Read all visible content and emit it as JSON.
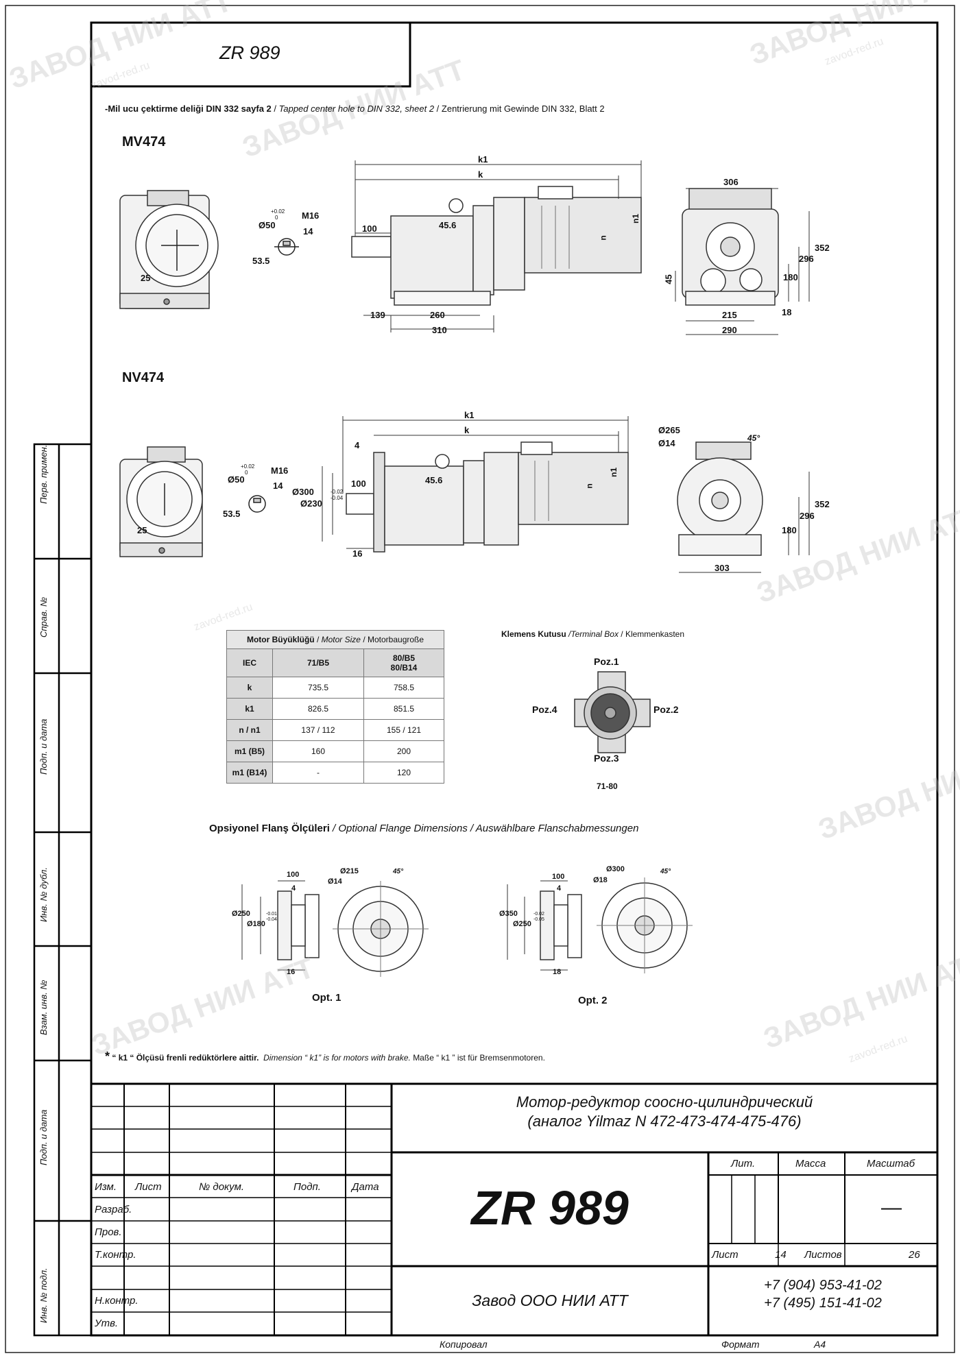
{
  "header": {
    "model_box": "ZR 989",
    "note_tr": "-Mil ucu çektirme deliği DIN 332 sayfa 2",
    "note_sep1": " / ",
    "note_en": "Tapped center hole to DIN 332, sheet 2",
    "note_sep2": " / ",
    "note_de": "Zentrierung mit Gewinde DIN 332, Blatt 2"
  },
  "side_labels": [
    "Перв. примен.",
    "Справ. №",
    "Подп. и дата",
    "Инв. № дубл.",
    "Взам. инв. №",
    "Подп. и дата",
    "Инв. № подл."
  ],
  "views": {
    "mv": {
      "title": "MV474",
      "dims": {
        "d50": "Ø50",
        "tol_up": "+0.02",
        "tol_lo": "0",
        "m16": "M16",
        "d14": "14",
        "d53_5": "53.5",
        "d25": "25",
        "k1": "k1",
        "k": "k",
        "d100": "100",
        "d45_6": "45.6",
        "n": "n",
        "n1": "n1",
        "d139": "139",
        "d260": "260",
        "d310": "310",
        "d306": "306",
        "d352": "352",
        "d296": "296",
        "d180": "180",
        "d45": "45",
        "d18": "18",
        "d215": "215",
        "d290": "290"
      }
    },
    "nv": {
      "title": "NV474",
      "dims": {
        "d50": "Ø50",
        "tol_up": "+0.02",
        "tol_lo": "0",
        "m16": "M16",
        "d14": "14",
        "d53_5": "53.5",
        "d25": "25",
        "k1": "k1",
        "k": "k",
        "d4": "4",
        "d100": "100",
        "d45_6": "45.6",
        "n": "n",
        "n1": "n1",
        "d300": "Ø300",
        "d230": "Ø230",
        "tol2_up": "-0.02",
        "tol2_lo": "-0.04",
        "d16": "16",
        "d265": "Ø265",
        "d14b": "Ø14",
        "a45": "45°",
        "d352": "352",
        "d296": "296",
        "d180": "180",
        "d303": "303"
      }
    }
  },
  "motor_table": {
    "caption_tr": "Motor Büyüklüğü",
    "caption_sep1": " / ",
    "caption_en": "Motor Size",
    "caption_sep2": " / ",
    "caption_de": "Motorbaugroße",
    "header": [
      "IEC",
      "71/B5",
      "80/B5\n80/B14"
    ],
    "rows": [
      [
        "k",
        "735.5",
        "758.5"
      ],
      [
        "k1",
        "826.5",
        "851.5"
      ],
      [
        "n / n1",
        "137 / 112",
        "155 / 121"
      ],
      [
        "m1 (B5)",
        "160",
        "200"
      ],
      [
        "m1 (B14)",
        "-",
        "120"
      ]
    ]
  },
  "terminal_box": {
    "title_tr": "Klemens Kutusu",
    "title_en": "/Terminal Box",
    "title_de": " / Klemmenkasten",
    "poz1": "Poz.1",
    "poz2": "Poz.2",
    "poz3": "Poz.3",
    "poz4": "Poz.4",
    "size": "71-80"
  },
  "flange": {
    "title_tr": "Opsiyonel Flanş Ölçüleri",
    "title_rest": " / Optional Flange Dimensions / Auswählbare Flanschabmessungen",
    "opt1": {
      "label": "Opt. 1",
      "d100": "100",
      "d4": "4",
      "d250": "Ø250",
      "d180": "Ø180",
      "tol_up": "-0.01",
      "tol_lo": "-0.04",
      "d16": "16",
      "d215": "Ø215",
      "d14": "Ø14",
      "a45": "45°"
    },
    "opt2": {
      "label": "Opt. 2",
      "d100": "100",
      "d4": "4",
      "d350": "Ø350",
      "d250": "Ø250",
      "tol_up": "-0.02",
      "tol_lo": "-0.05",
      "d18": "18",
      "d300": "Ø300",
      "d18b": "Ø18",
      "a45": "45°"
    }
  },
  "footnote": {
    "star": "*",
    "tr": "“ k1 “ Ölçüsü frenli redüktörlere aittir.",
    "en": "Dimension “ k1” is for motors with brake.",
    "de": "Maße “ k1 ” ist für Bremsenmotoren."
  },
  "title_block": {
    "desc_line1": "Мотор-редуктор соосно-цилиндрический",
    "desc_line2": "(аналог Yilmaz N 472-473-474-475-476)",
    "designation": "ZR 989",
    "col_izm": "Изм.",
    "col_list": "Лист",
    "col_doc": "№ докум.",
    "col_podp": "Подп.",
    "col_date": "Дата",
    "row_razrab": "Разраб.",
    "row_prov": "Пров.",
    "row_tkontr": "Т.контр.",
    "row_nkontr": "Н.контр.",
    "row_utv": "Утв.",
    "lit": "Лит.",
    "massa": "Масса",
    "masshtab": "Масштаб",
    "scale_value": "—",
    "sheet_label": "Лист",
    "sheet_value": "14",
    "sheets_label": "Листов",
    "sheets_value": "26",
    "company": "Завод ООО НИИ АТТ",
    "phone1": "+7 (904) 953-41-02",
    "phone2": "+7 (495) 151-41-02",
    "kopiroval": "Копировал",
    "format_label": "Формат",
    "format_value": "A4"
  },
  "watermark": {
    "main": "ЗАВОД НИИ АТТ",
    "site": "zavod-red.ru"
  }
}
